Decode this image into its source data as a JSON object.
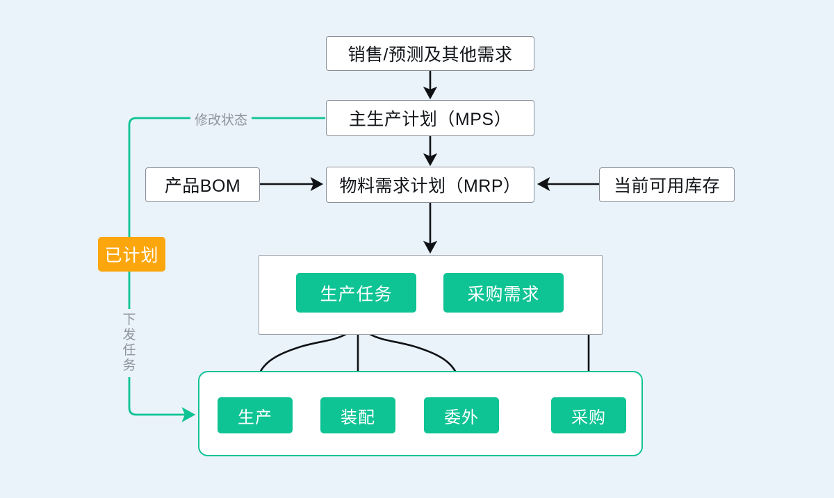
{
  "diagram": {
    "title_nodes": {
      "demand": "销售/预测及其他需求",
      "mps": "主生产计划（MPS）",
      "mrp": "物料需求计划（MRP）",
      "bom": "产品BOM",
      "stock": "当前可用库存"
    },
    "tasks": {
      "production_task": "生产任务",
      "purchase_demand": "采购需求"
    },
    "orders": {
      "production": "生产",
      "assembly": "装配",
      "outsourcing": "委外",
      "purchase": "采购"
    },
    "status_badge": "已计划",
    "edge_labels": {
      "modify_status": "修改状态",
      "dispatch_task": "下发任务"
    },
    "colors": {
      "background": "#eaf2fa",
      "green": "#0ec394",
      "orange": "#fca60d",
      "arrow": "#0f1114",
      "box_border": "#8a8f98",
      "label_text": "#8e949c"
    }
  }
}
